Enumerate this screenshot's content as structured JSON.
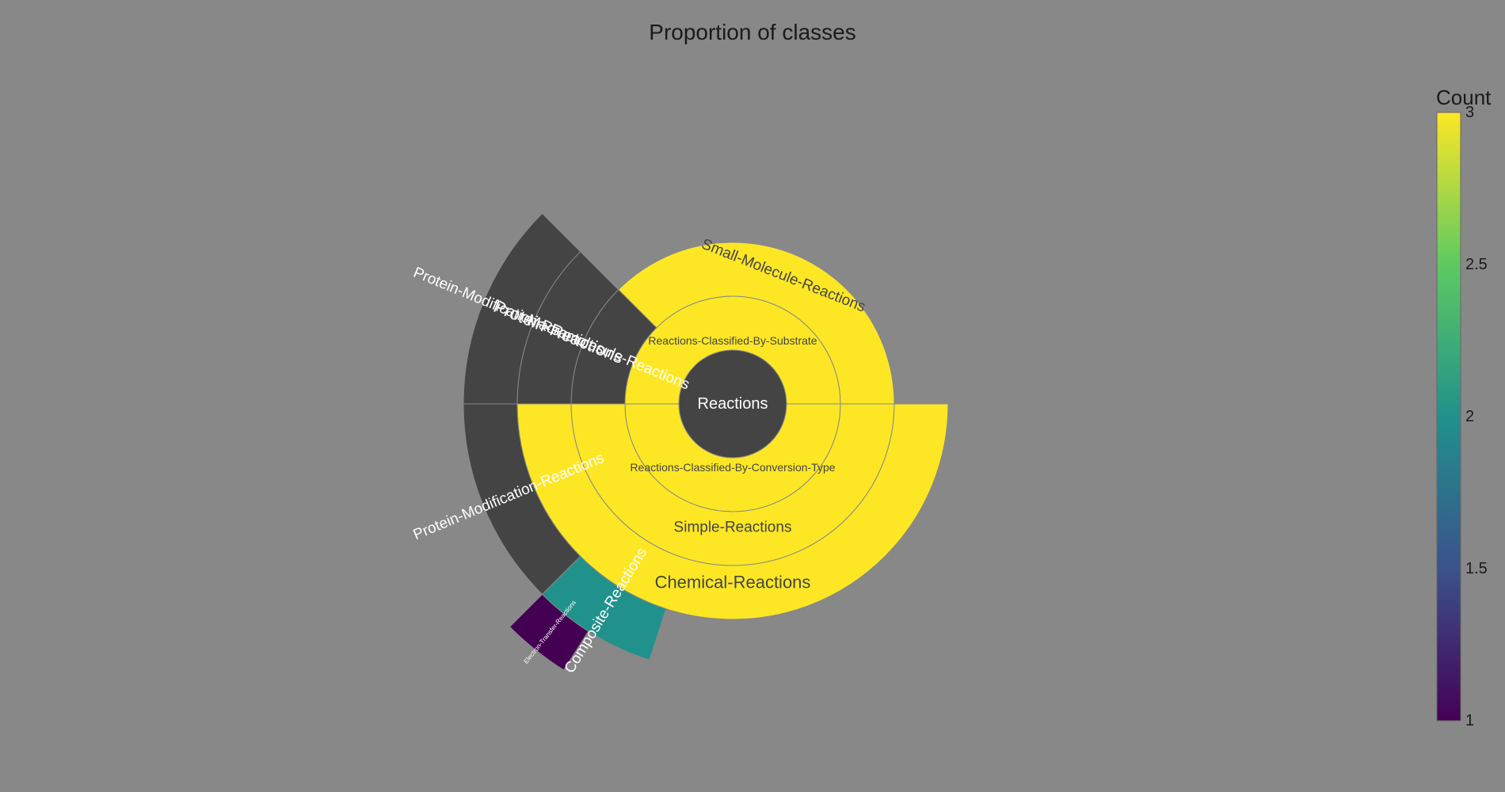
{
  "chart_data": {
    "type": "sunburst",
    "title": "Proportion of classes",
    "colorbar": {
      "title": "Count",
      "min": 1,
      "max": 3,
      "ticks": [
        "1",
        "1.5",
        "2",
        "2.5",
        "3"
      ],
      "colorscale": [
        "#440154",
        "#3b528b",
        "#21918c",
        "#5ec962",
        "#fde725"
      ]
    },
    "nodes": [
      {
        "id": "root",
        "label": "Reactions",
        "parent": null,
        "ring": 0,
        "start": 0,
        "end": 1,
        "color": "#444444",
        "text_color": "#ffffff"
      },
      {
        "id": "rcbs",
        "label": "Reactions-Classified-By-Substrate",
        "parent": "root",
        "ring": 1,
        "start": 0,
        "end": 0.5,
        "count": 3,
        "color": "#fde725",
        "text_color": "#444444"
      },
      {
        "id": "smr",
        "label": "Small-Molecule-Reactions",
        "parent": "rcbs",
        "ring": 2,
        "start": 0,
        "end": 0.375,
        "count": 3,
        "color": "#fde725",
        "text_color": "#444444"
      },
      {
        "id": "mr",
        "label": "Macromolecule-Reactions",
        "parent": "rcbs",
        "ring": 2,
        "start": 0.375,
        "end": 0.5,
        "color": "#444444",
        "text_color": "#ffffff"
      },
      {
        "id": "pr",
        "label": "Protein-Reactions",
        "parent": "mr",
        "ring": 3,
        "start": 0.375,
        "end": 0.5,
        "color": "#444444",
        "text_color": "#ffffff"
      },
      {
        "id": "pmr1",
        "label": "Protein-Modification-Reactions",
        "parent": "pr",
        "ring": 4,
        "start": 0.375,
        "end": 0.5,
        "color": "#444444",
        "text_color": "#ffffff"
      },
      {
        "id": "rcbct",
        "label": "Reactions-Classified-By-Conversion-Type",
        "parent": "root",
        "ring": 1,
        "start": 0.5,
        "end": 1.0,
        "count": 3,
        "color": "#fde725",
        "text_color": "#444444"
      },
      {
        "id": "sr",
        "label": "Simple-Reactions",
        "parent": "rcbct",
        "ring": 2,
        "start": 0.5,
        "end": 1.0,
        "count": 3,
        "color": "#fde725",
        "text_color": "#444444"
      },
      {
        "id": "chr",
        "label": "Chemical-Reactions",
        "parent": "sr",
        "ring": 3,
        "start": 0.5,
        "end": 1.0,
        "count": 3,
        "color": "#fde725",
        "text_color": "#444444"
      },
      {
        "id": "pmr2",
        "label": "Protein-Modification-Reactions",
        "parent": "chr",
        "ring": 4,
        "start": 0.5,
        "end": 0.625,
        "color": "#444444",
        "text_color": "#ffffff"
      },
      {
        "id": "cr",
        "label": "Composite-Reactions",
        "parent": "chr",
        "ring": 4,
        "start": 0.625,
        "end": 0.7,
        "count": 2,
        "color": "#21918c",
        "text_color": "#ffffff"
      },
      {
        "id": "etr",
        "label": "Electron-Transfer-Reactions",
        "parent": "cr",
        "ring": 5,
        "start": 0.625,
        "end": 0.66,
        "count": 1,
        "color": "#440154",
        "text_color": "#ffffff"
      }
    ]
  }
}
